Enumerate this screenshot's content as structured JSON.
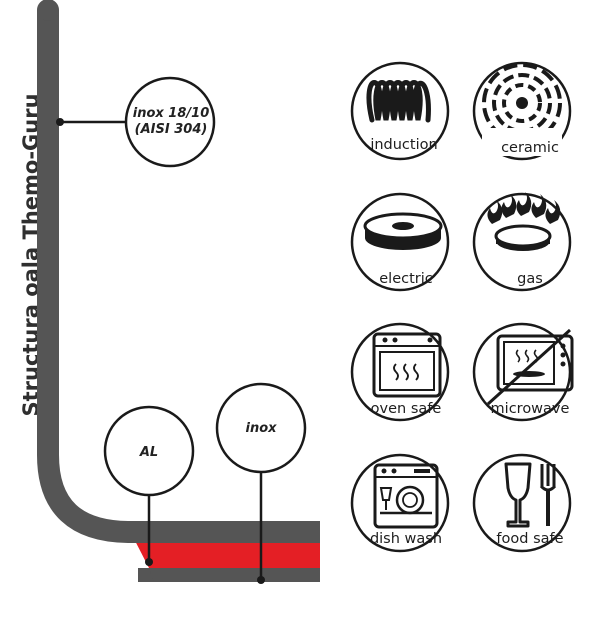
{
  "side_title": "Structura oala Themo-Guru",
  "material_labels": {
    "inox_top_line1": "inox 18/10",
    "inox_top_line2": "(AISI 304)",
    "al": "AL",
    "inox_bottom": "inox"
  },
  "icons": {
    "induction": "induction",
    "ceramic": "ceramic",
    "electric": "electric",
    "gas": "gas",
    "oven_safe": "oven safe",
    "microwave": "microwave",
    "dish_wash": "dish wash",
    "food_safe": "food safe"
  },
  "colors": {
    "wall": "#555555",
    "core": "#e41f25",
    "outline": "#1a1a1a"
  }
}
